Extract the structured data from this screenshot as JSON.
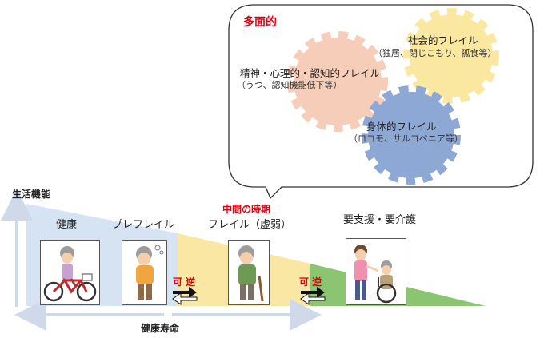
{
  "bubble": {
    "title": "多面的",
    "mental_label": "精神・心理的・認知的フレイル",
    "mental_sub": "（うつ、認知機能低下等）",
    "social_label": "社会的フレイル",
    "social_sub": "（独居、閉じこもり、孤食等）",
    "physical_label": "身体的フレイル",
    "physical_sub": "（ロコモ、サルコペニア等）"
  },
  "axes": {
    "y_label": "生活機能",
    "x_label": "健康寿命"
  },
  "stages": {
    "healthy": "健康",
    "pre_frail": "プレフレイル",
    "middle_period": "中間の時期",
    "frail": "フレイル（虚弱）",
    "care": "要支援・要介護"
  },
  "reversible": {
    "first": "可 逆",
    "second": "可 逆"
  },
  "colors": {
    "healthy_zone": "#d6e3f3",
    "frail_zone": "#fbe7a4",
    "care_zone": "#8cc572",
    "gear_mental": "#f6cdb8",
    "gear_social": "#fbe8a0",
    "gear_physical": "#8ea8d6",
    "accent_red": "#e60012",
    "axis_blue": "#cfd9ea"
  },
  "icons": {
    "healthy": "elderly-on-bicycle-illustration",
    "pre_frail": "elderly-tired-illustration",
    "frail": "elderly-with-cane-illustration",
    "care": "caregiver-with-wheelchair-illustration"
  }
}
